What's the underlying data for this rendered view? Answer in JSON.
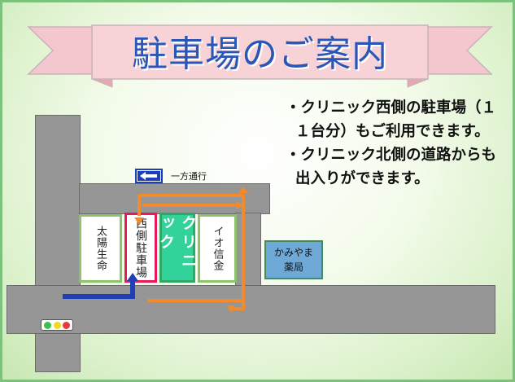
{
  "title": "駐車場のご案内",
  "roads": {
    "one_way_label": "一方通行",
    "one_way_sign_icon": "left-arrow-icon"
  },
  "buildings": {
    "taiyo_seimei": "太陽生命",
    "west_parking": "西側駐車場",
    "clinic": "クリニック",
    "io_shinkin": "イオ信金",
    "pharmacy_line1": "かみやま",
    "pharmacy_line2": "薬局"
  },
  "info": {
    "note1": "・クリニック西側の駐車場（１１台分）もご利用できます。",
    "note2": "・クリニック北側の道路からも出入りができます。"
  },
  "colors": {
    "title": "#2a56b8",
    "banner": "#f4c6cd",
    "road": "#969696",
    "clinic": "#33d29a",
    "parking_border": "#e8185a",
    "pharmacy": "#6fa9d7",
    "route_arrow": "#f28a2e",
    "entry_arrow": "#1e3fb5",
    "signal_red": "#e83a3a",
    "signal_yellow": "#f4d81e",
    "signal_green": "#3cc14b"
  }
}
